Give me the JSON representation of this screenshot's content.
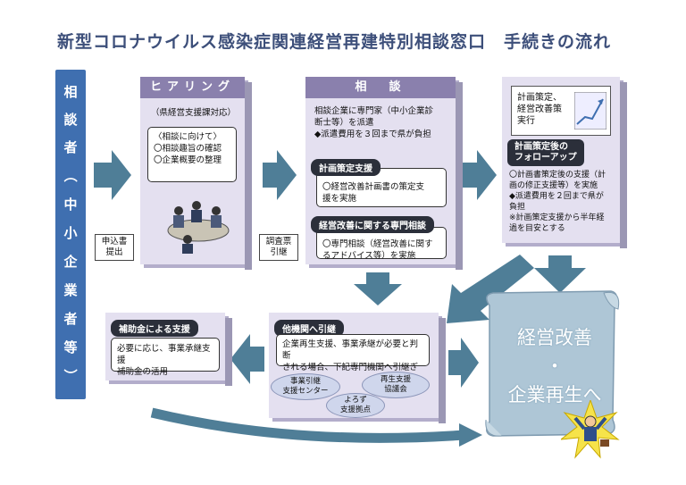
{
  "title": "新型コロナウイルス感染症関連経営再建特別相談窓口　手続きの流れ",
  "sidebar": {
    "chars": [
      "相",
      "談",
      "者",
      "（",
      "中",
      "小",
      "企",
      "業",
      "者",
      "等",
      "）"
    ]
  },
  "hearing": {
    "header": "ヒアリング",
    "sub": "（県経営支援課対応）",
    "box_lines": [
      "〈相談に向けて〉",
      "〇相談趣旨の確認",
      "〇企業概要の整理"
    ]
  },
  "consult": {
    "header": "相　談",
    "intro_lines": [
      "相談企業に専門家（中小企業診",
      "断士等）を派遣",
      "◆派遣費用を３回まで県が負担"
    ],
    "plan_pill": "計画策定支援",
    "plan_lines": [
      "〇経営改善計画書の策定支",
      "援を実施"
    ],
    "expert_pill": "経営改善に関する専門相談",
    "expert_lines": [
      "〇専門相談（経営改善に関す",
      "るアドバイス等）を実施"
    ]
  },
  "followup": {
    "doc_lines": [
      "計画策定、",
      "経営改善策",
      "実行"
    ],
    "pill_lines": [
      "計画策定後の",
      "フォローアップ"
    ],
    "body_lines": [
      "〇計画書策定後の支援（計",
      "画の修正支援等）を実施",
      "◆派遣費用を２回まで県が",
      "負担",
      "※計画策定支援から半年経",
      "過を目安とする"
    ]
  },
  "labels": {
    "application": [
      "申込書",
      "提出"
    ],
    "survey": [
      "調査票",
      "引継"
    ]
  },
  "referral": {
    "pill": "他機関へ引継",
    "lines": [
      "企業再生支援、事業承継が必要と判断",
      "される場合、下記専門機関へ引継ぎ"
    ],
    "org1": [
      "事業引継",
      "支援センター"
    ],
    "org2": [
      "再生支援",
      "協議会"
    ],
    "org3": [
      "よろず",
      "支援拠点"
    ]
  },
  "subsidy": {
    "pill": "補助金による支援",
    "lines": [
      "必要に応じ、事業承継支援",
      "補助金の活用"
    ]
  },
  "goal": {
    "line1": "経営改善",
    "line2": "・",
    "line3": "企業再生へ"
  },
  "colors": {
    "arrow": "#4f7e97",
    "sidebar": "#3f6fb0",
    "box": "#e4e0f0",
    "header": "#8a80ad",
    "scroll": "#aec6d6"
  }
}
